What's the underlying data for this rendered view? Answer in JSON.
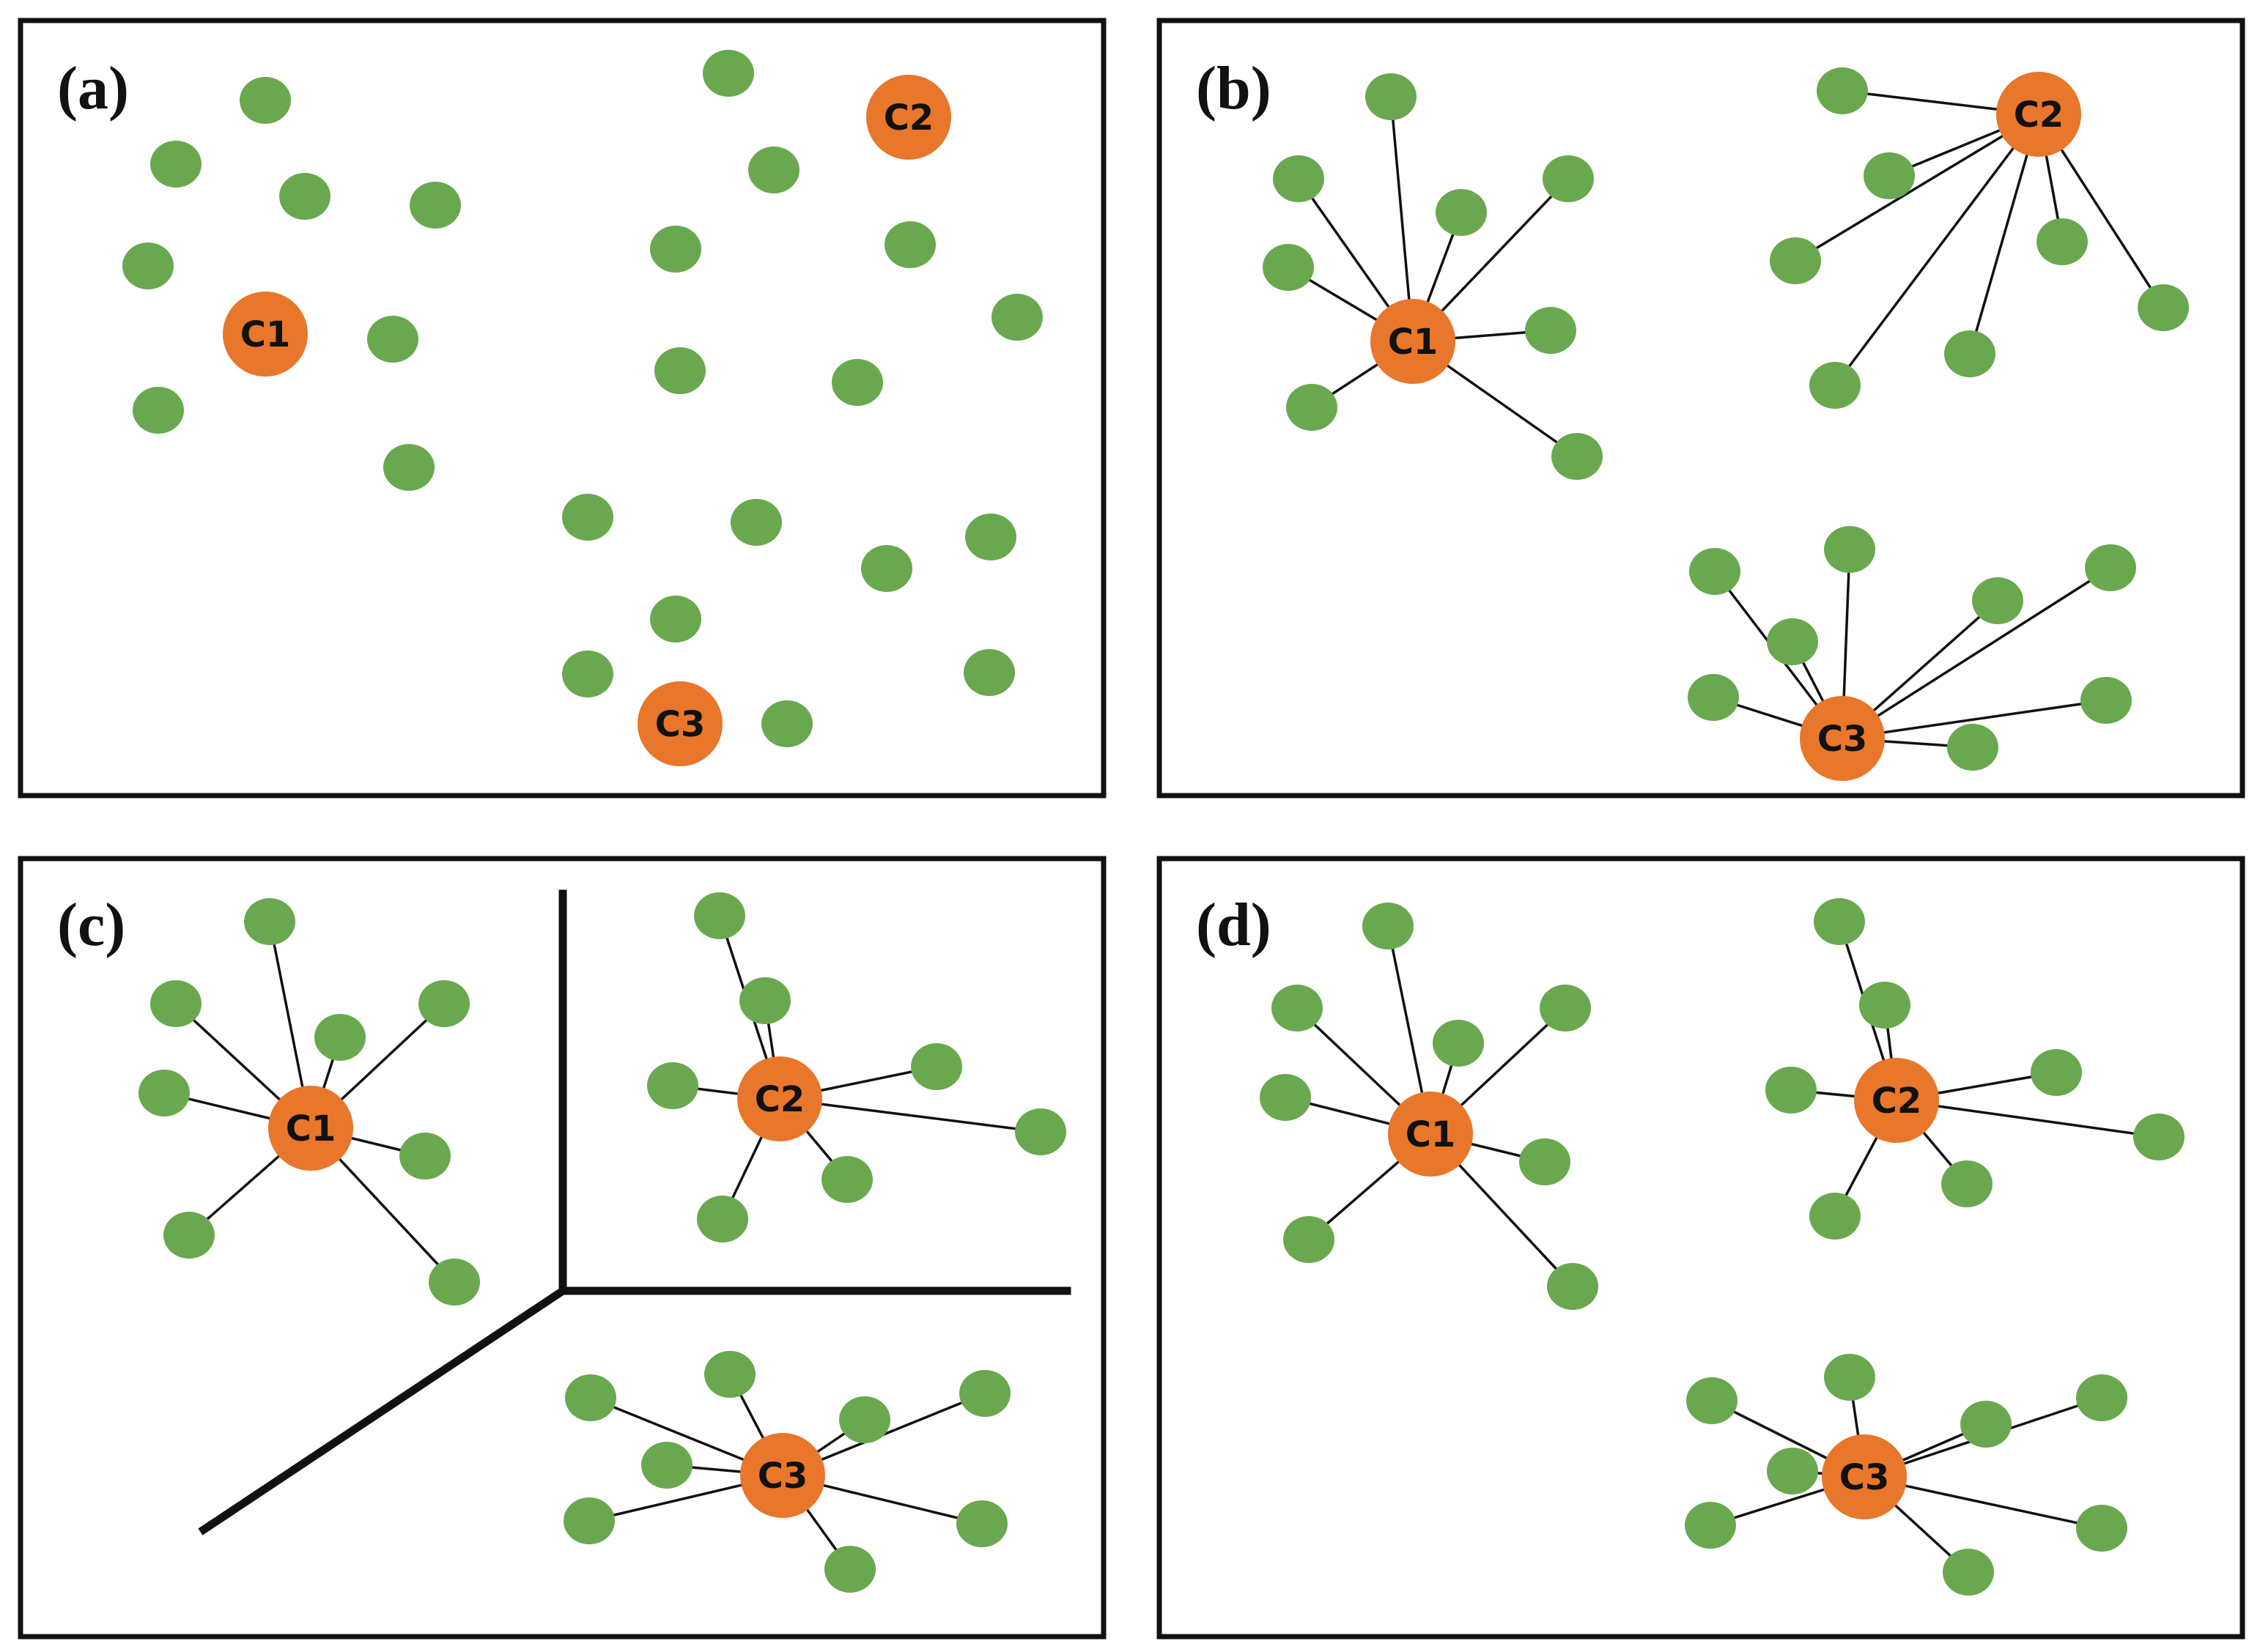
{
  "figure": {
    "colors": {
      "point": "#6aa84f",
      "centroid": "#e8762b",
      "edge": "#111111",
      "frame": "#111111"
    },
    "panels": [
      {
        "id": "a",
        "label": "(a)",
        "show_edges": false,
        "centroids": [
          {
            "name": "C1"
          },
          {
            "name": "C2"
          },
          {
            "name": "C3"
          }
        ]
      },
      {
        "id": "b",
        "label": "(b)",
        "show_edges": true,
        "centroids": [
          {
            "name": "C1"
          },
          {
            "name": "C2"
          },
          {
            "name": "C3"
          }
        ]
      },
      {
        "id": "c",
        "label": "(c)",
        "show_edges": true,
        "show_boundaries": true,
        "centroids": [
          {
            "name": "C1"
          },
          {
            "name": "C2"
          },
          {
            "name": "C3"
          }
        ]
      },
      {
        "id": "d",
        "label": "(d)",
        "show_edges": true,
        "centroids": [
          {
            "name": "C1"
          },
          {
            "name": "C2"
          },
          {
            "name": "C3"
          }
        ]
      }
    ]
  }
}
